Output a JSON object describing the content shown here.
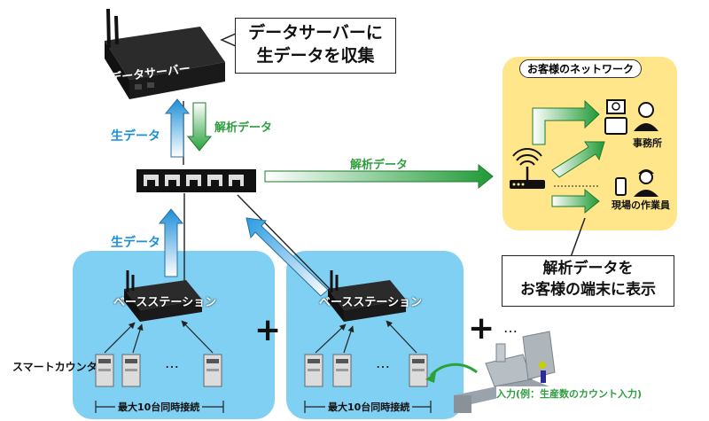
{
  "callouts": {
    "server_line1": "データサーバーに",
    "server_line2": "生データを収集",
    "display_line1": "解析データを",
    "display_line2": "お客様の端末に表示"
  },
  "labels": {
    "data_server": "データサーバー",
    "raw_data_top": "生データ",
    "analysis_data_top": "解析データ",
    "analysis_data_mid": "解析データ",
    "raw_data_bottom": "生データ",
    "base_station_1": "ベースステーション",
    "base_station_2": "ベースステーション",
    "smart_counter": "スマートカウンタ",
    "max_connect_1": "最大10台同時接続",
    "max_connect_2": "最大10台同時接続",
    "plus_1": "+",
    "plus_2": "+",
    "ellipsis_1": "…",
    "ellipsis_2": "…",
    "ellipsis_3": "…",
    "input_example": "入力(例：生産数のカウント入力)"
  },
  "customer_network": {
    "title": "お客様のネットワーク",
    "office": "事務所",
    "field_worker": "現場の作業員"
  },
  "colors": {
    "blue_arrow": "#2a9be0",
    "green_arrow": "#2e9e3e",
    "base_panel": "#7fd0f3",
    "customer_panel": "#ffe68a"
  }
}
